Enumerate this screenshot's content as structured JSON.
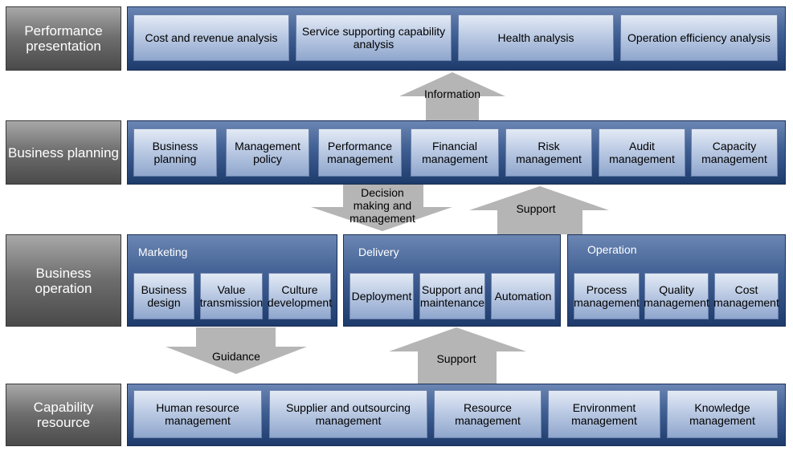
{
  "layers": {
    "performance": {
      "label": "Performance presentation",
      "items": [
        "Cost and revenue analysis",
        "Service supporting capability analysis",
        "Health analysis",
        "Operation efficiency analysis"
      ]
    },
    "planning": {
      "label": "Business planning",
      "items": [
        "Business planning",
        "Management policy",
        "Performance management",
        "Financial management",
        "Risk management",
        "Audit management",
        "Capacity management"
      ]
    },
    "operation": {
      "label": "Business operation",
      "groups": [
        {
          "title": "Marketing",
          "items": [
            "Business design",
            "Value transmission",
            "Culture development"
          ]
        },
        {
          "title": "Delivery",
          "items": [
            "Deployment",
            "Support and maintenance",
            "Automation"
          ]
        },
        {
          "title": "Operation",
          "items": [
            "Process management",
            "Quality management",
            "Cost management"
          ]
        }
      ]
    },
    "capability": {
      "label": "Capability resource",
      "items": [
        "Human resource management",
        "Supplier and outsourcing management",
        "Resource management",
        "Environment management",
        "Knowledge management"
      ]
    }
  },
  "arrows": {
    "information": "Information",
    "decision": "Decision making and management",
    "support_upper": "Support",
    "guidance": "Guidance",
    "support_lower": "Support"
  },
  "colors": {
    "panel": "#2f4c80",
    "cell": "#bccbe4",
    "label": "#6e6e6e",
    "arrow": "#b5b5b5"
  }
}
